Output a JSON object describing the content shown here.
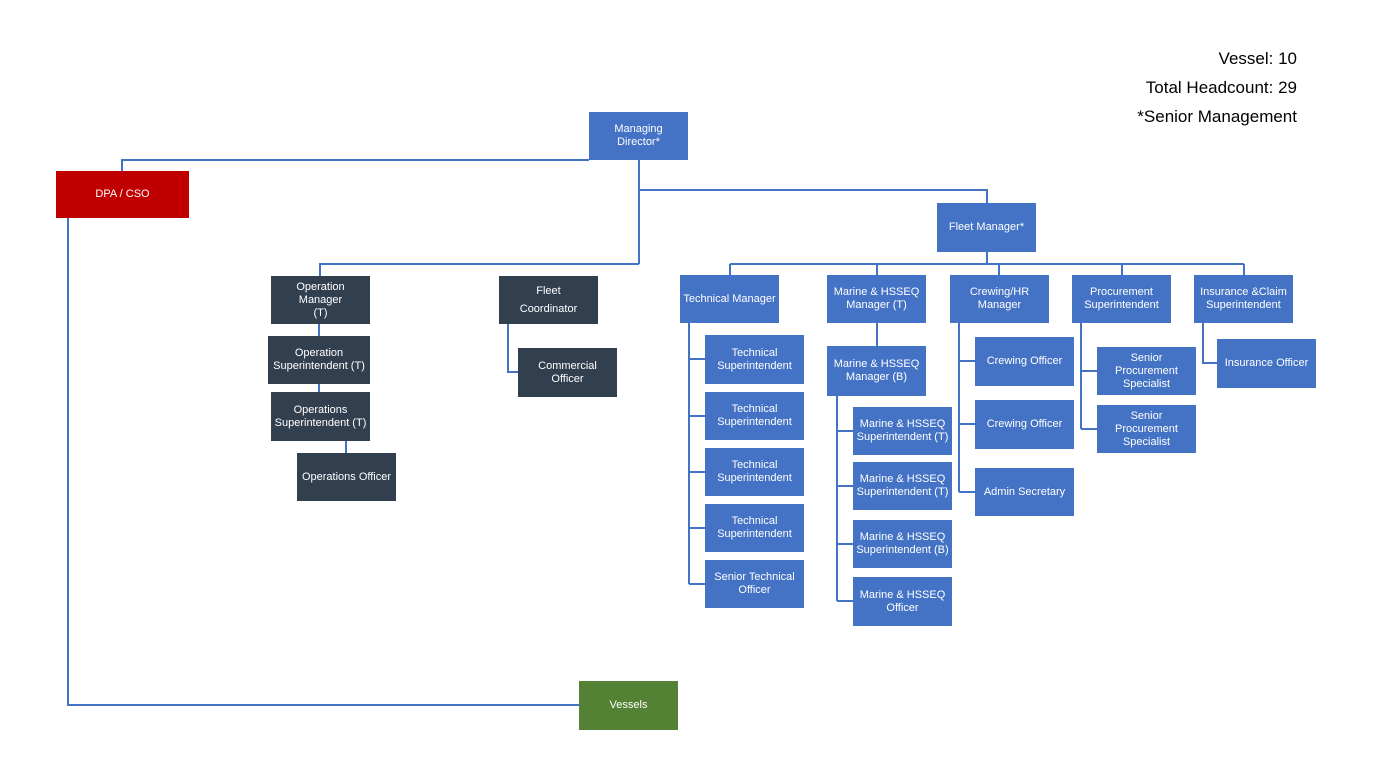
{
  "stats": {
    "vessel": "Vessel: 10",
    "headcount": "Total Headcount: 29",
    "note": "*Senior Management"
  },
  "colors": {
    "line": "#4472c4",
    "blue": "#4472c4",
    "navy": "#323f4f",
    "red": "#c00000",
    "green": "#548235"
  },
  "nodes": {
    "managing_director": "Managing Director*",
    "dpa_cso": "DPA / CSO",
    "fleet_manager": "Fleet Manager*",
    "operation_manager": "Operation Manager\n(T)",
    "operation_superintendent": "Operation\nSuperintendent (T)",
    "operations_superintendent": "Operations\nSuperintendent (T)",
    "operations_officer": "Operations Officer",
    "fleet_coordinator": "Fleet\nCoordinator",
    "commercial_officer": "Commercial Officer",
    "technical_manager": "Technical Manager",
    "technical_superintendent_1": "Technical\nSuperintendent",
    "technical_superintendent_2": "Technical\nSuperintendent",
    "technical_superintendent_3": "Technical\nSuperintendent",
    "technical_superintendent_4": "Technical\nSuperintendent",
    "senior_technical_officer": "Senior Technical\nOfficer",
    "marine_hsseq_manager_t": "Marine & HSSEQ\nManager (T)",
    "marine_hsseq_manager_b": "Marine & HSSEQ\nManager (B)",
    "marine_hsseq_superintendent_t1": "Marine & HSSEQ\nSuperintendent (T)",
    "marine_hsseq_superintendent_t2": "Marine & HSSEQ\nSuperintendent (T)",
    "marine_hsseq_superintendent_b": "Marine & HSSEQ\nSuperintendent (B)",
    "marine_hsseq_officer": "Marine & HSSEQ\nOfficer",
    "crewing_hr_manager": "Crewing/HR\nManager",
    "crewing_officer_1": "Crewing Officer",
    "crewing_officer_2": "Crewing Officer",
    "admin_secretary": "Admin Secretary",
    "procurement_superintendent": "Procurement\nSuperintendent",
    "senior_procurement_specialist_1": "Senior Procurement\nSpecialist",
    "senior_procurement_specialist_2": "Senior Procurement\nSpecialist",
    "insurance_claim_superintendent": "Insurance &Claim\nSuperintendent",
    "insurance_officer": "Insurance Officer",
    "vessels": "Vessels"
  }
}
